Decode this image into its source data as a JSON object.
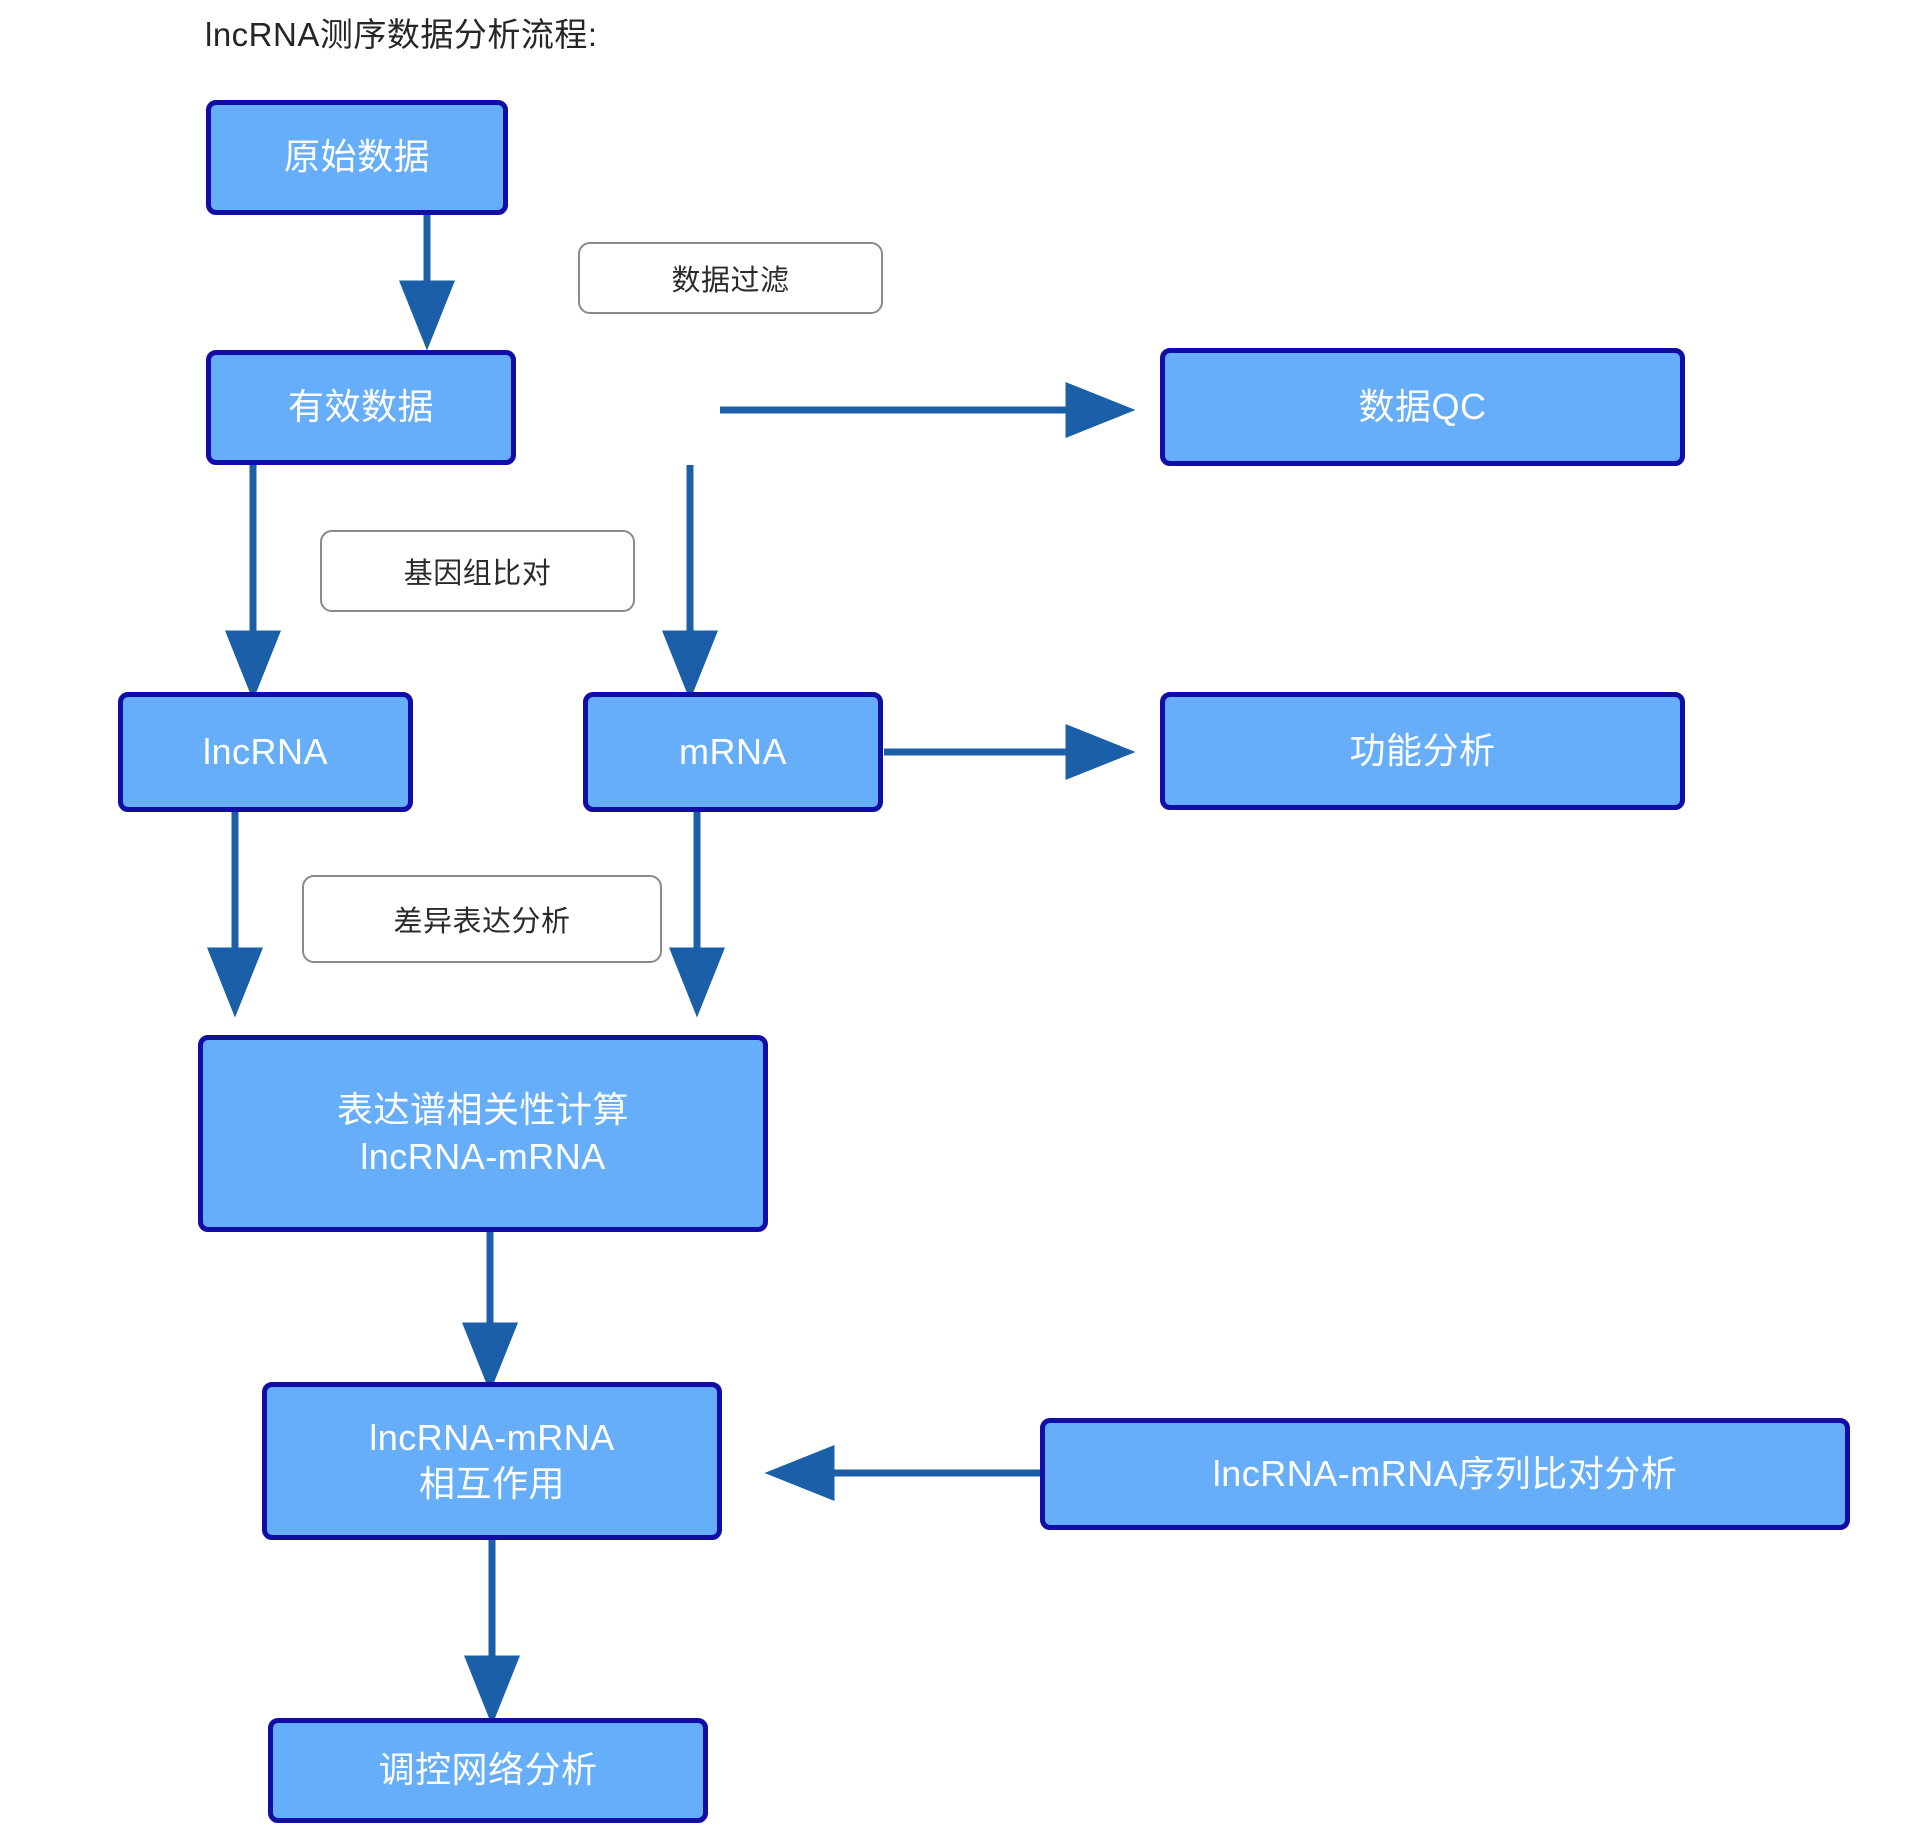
{
  "diagram": {
    "title": "lncRNA测序数据分析流程:",
    "colors": {
      "node_fill": "#66AEFA",
      "node_border": "#130DA8",
      "node_text": "#FFFFFF",
      "arrow": "#1A5FA8",
      "label_border": "#8A8A8A",
      "label_text": "#2B2B2B",
      "background": "#FFFFFF"
    },
    "nodes": [
      {
        "id": "raw-data",
        "label": "原始数据",
        "lines": [
          "原始数据"
        ]
      },
      {
        "id": "valid-data",
        "label": "有效数据",
        "lines": [
          "有效数据"
        ]
      },
      {
        "id": "data-qc",
        "label": "数据QC",
        "lines": [
          "数据QC"
        ]
      },
      {
        "id": "lncrna",
        "label": "lncRNA",
        "lines": [
          "lncRNA"
        ]
      },
      {
        "id": "mrna",
        "label": "mRNA",
        "lines": [
          "mRNA"
        ]
      },
      {
        "id": "function-analysis",
        "label": "功能分析",
        "lines": [
          "功能分析"
        ]
      },
      {
        "id": "correlation",
        "label": "表达谱相关性计算 lncRNA-mRNA",
        "lines": [
          "表达谱相关性计算",
          "lncRNA-mRNA"
        ]
      },
      {
        "id": "interaction",
        "label": "lncRNA-mRNA 相互作用",
        "lines": [
          "lncRNA-mRNA",
          "相互作用"
        ]
      },
      {
        "id": "seq-alignment",
        "label": "lncRNA-mRNA序列比对分析",
        "lines": [
          "lncRNA-mRNA序列比对分析"
        ]
      },
      {
        "id": "network",
        "label": "调控网络分析",
        "lines": [
          "调控网络分析"
        ]
      }
    ],
    "edge_labels": [
      {
        "id": "data-filter",
        "label": "数据过滤"
      },
      {
        "id": "genome-align",
        "label": "基因组比对"
      },
      {
        "id": "diff-expression",
        "label": "差异表达分析"
      }
    ],
    "edges": [
      {
        "from": "raw-data",
        "to": "valid-data",
        "label": "数据过滤"
      },
      {
        "from": "valid-data",
        "to": "data-qc",
        "label": ""
      },
      {
        "from": "valid-data",
        "to": "lncrna",
        "label": "基因组比对"
      },
      {
        "from": "valid-data",
        "to": "mrna",
        "label": "基因组比对"
      },
      {
        "from": "mrna",
        "to": "function-analysis",
        "label": ""
      },
      {
        "from": "lncrna",
        "to": "correlation",
        "label": "差异表达分析"
      },
      {
        "from": "mrna",
        "to": "correlation",
        "label": "差异表达分析"
      },
      {
        "from": "correlation",
        "to": "interaction",
        "label": ""
      },
      {
        "from": "seq-alignment",
        "to": "interaction",
        "label": ""
      },
      {
        "from": "interaction",
        "to": "network",
        "label": ""
      }
    ]
  }
}
